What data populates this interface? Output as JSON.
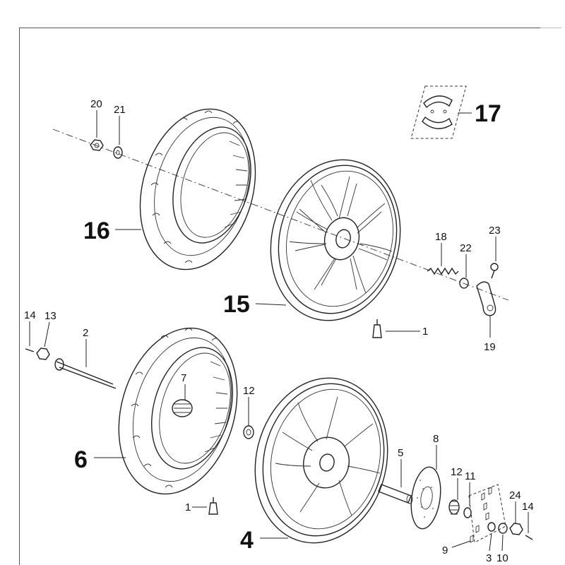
{
  "diagram": {
    "callouts": [
      {
        "id": "p20",
        "text": "20"
      },
      {
        "id": "p21",
        "text": "21"
      },
      {
        "id": "p17",
        "text": "17"
      },
      {
        "id": "p16",
        "text": "16"
      },
      {
        "id": "p18",
        "text": "18"
      },
      {
        "id": "p22",
        "text": "22"
      },
      {
        "id": "p23",
        "text": "23"
      },
      {
        "id": "p15",
        "text": "15"
      },
      {
        "id": "p1a",
        "text": "1"
      },
      {
        "id": "p19",
        "text": "19"
      },
      {
        "id": "p14a",
        "text": "14"
      },
      {
        "id": "p13",
        "text": "13"
      },
      {
        "id": "p2",
        "text": "2"
      },
      {
        "id": "p7",
        "text": "7"
      },
      {
        "id": "p12a",
        "text": "12"
      },
      {
        "id": "p6",
        "text": "6"
      },
      {
        "id": "p5",
        "text": "5"
      },
      {
        "id": "p8",
        "text": "8"
      },
      {
        "id": "p12b",
        "text": "12"
      },
      {
        "id": "p11",
        "text": "11"
      },
      {
        "id": "p24",
        "text": "24"
      },
      {
        "id": "p14b",
        "text": "14"
      },
      {
        "id": "p1b",
        "text": "1"
      },
      {
        "id": "p4",
        "text": "4"
      },
      {
        "id": "p9",
        "text": "9"
      },
      {
        "id": "p3",
        "text": "3"
      },
      {
        "id": "p10",
        "text": "10"
      }
    ]
  }
}
